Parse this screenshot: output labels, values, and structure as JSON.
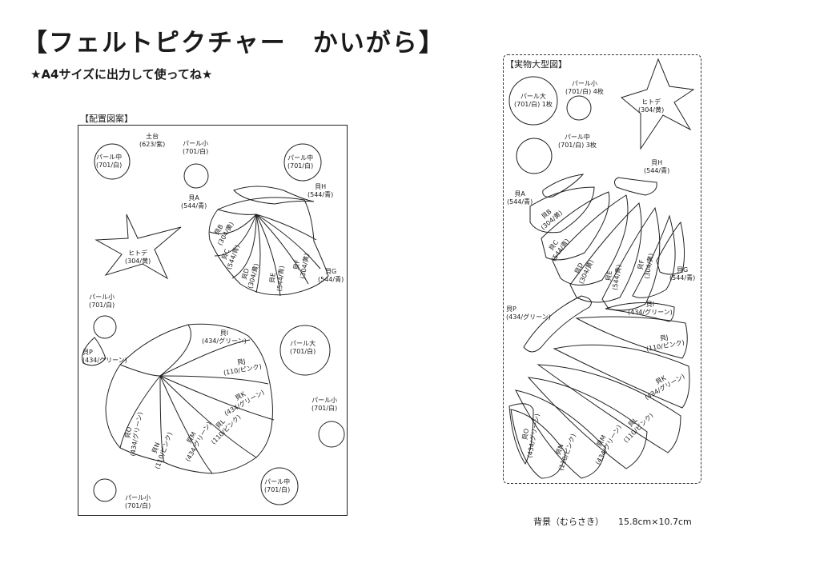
{
  "header": {
    "title": "【フェルトピクチャー　かいがら】",
    "subtitle": "★A4サイズに出力して使ってね★"
  },
  "layout_panel": {
    "label": "【配置図案】",
    "base": "土台",
    "base_spec": "(623/紫)",
    "pearl_mid_1": "パール中",
    "pearl_mid_1_spec": "(701/白)",
    "pearl_small_1": "パール小",
    "pearl_small_1_spec": "(701/白)",
    "pearl_mid_2": "パール中",
    "pearl_mid_2_spec": "(701/白)",
    "shell_a": "貝A",
    "shell_a_spec": "(544/青)",
    "shell_h": "貝H",
    "shell_h_spec": "(544/青)",
    "starfish": "ヒトデ",
    "starfish_spec": "(304/黄)",
    "shell_b": "貝B",
    "shell_b_spec": "(304/黄)",
    "shell_c": "貝C",
    "shell_c_spec": "(544/青)",
    "shell_d": "貝D",
    "shell_d_spec": "(304/黄)",
    "shell_e": "貝E",
    "shell_e_spec": "(544/青)",
    "shell_f": "貝F",
    "shell_f_spec": "(304/黄)",
    "shell_g": "貝G",
    "shell_g_spec": "(544/青)",
    "pearl_small_2": "パール小",
    "pearl_small_2_spec": "(701/白)",
    "pearl_large": "パール大",
    "pearl_large_spec": "(701/白)",
    "shell_p": "貝P",
    "shell_p_spec": "(434/グリーン)",
    "shell_i": "貝I",
    "shell_i_spec": "(434/グリーン)",
    "shell_j": "貝J",
    "shell_j_spec": "(110/ピンク)",
    "shell_k": "貝K",
    "shell_k_spec": "(434/グリーン)",
    "shell_l": "貝L",
    "shell_l_spec": "(110/ピンク)",
    "shell_m": "貝M",
    "shell_m_spec": "(434/グリーン)",
    "shell_n": "貝N",
    "shell_n_spec": "(110/ピンク)",
    "shell_o": "貝O",
    "shell_o_spec": "(434/グリーン)",
    "pearl_small_3": "パール小",
    "pearl_small_3_spec": "(701/白)",
    "pearl_small_4": "パール小",
    "pearl_small_4_spec": "(701/白)",
    "pearl_mid_3": "パール中",
    "pearl_mid_3_spec": "(701/白)"
  },
  "pattern_panel": {
    "label": "【実物大型図】",
    "pearl_large": "パール大",
    "pearl_large_spec": "(701/白) 1枚",
    "pearl_small": "パール小",
    "pearl_small_spec": "(701/白) 4枚",
    "starfish": "ヒトデ",
    "starfish_spec": "(304/黄)",
    "pearl_mid": "パール中",
    "pearl_mid_spec": "(701/白) 3枚",
    "shell_h": "貝H",
    "shell_h_spec": "(544/青)",
    "shell_a": "貝A",
    "shell_a_spec": "(544/青)",
    "shell_b": "貝B",
    "shell_b_spec": "(304/黄)",
    "shell_c": "貝C",
    "shell_c_spec": "(544/青)",
    "shell_d": "貝D",
    "shell_d_spec": "(304/黄)",
    "shell_e": "貝E",
    "shell_e_spec": "(544/青)",
    "shell_f": "貝F",
    "shell_f_spec": "(304/黄)",
    "shell_g": "貝G",
    "shell_g_spec": "(544/青)",
    "shell_p": "貝P",
    "shell_p_spec": "(434/グリーン)",
    "shell_i": "貝I",
    "shell_i_spec": "(434/グリーン)",
    "shell_j": "貝J",
    "shell_j_spec": "(110/ピンク)",
    "shell_k": "貝K",
    "shell_k_spec": "(434/グリーン)",
    "shell_l": "貝L",
    "shell_l_spec": "(110/ピンク)",
    "shell_m": "貝M",
    "shell_m_spec": "(434/グリーン)",
    "shell_n": "貝N",
    "shell_n_spec": "(110/ピンク)",
    "shell_o": "貝O",
    "shell_o_spec": "(434/グリーン)"
  },
  "footer": {
    "background_label": "背景（むらさき）",
    "background_size": "15.8cm×10.7cm"
  }
}
